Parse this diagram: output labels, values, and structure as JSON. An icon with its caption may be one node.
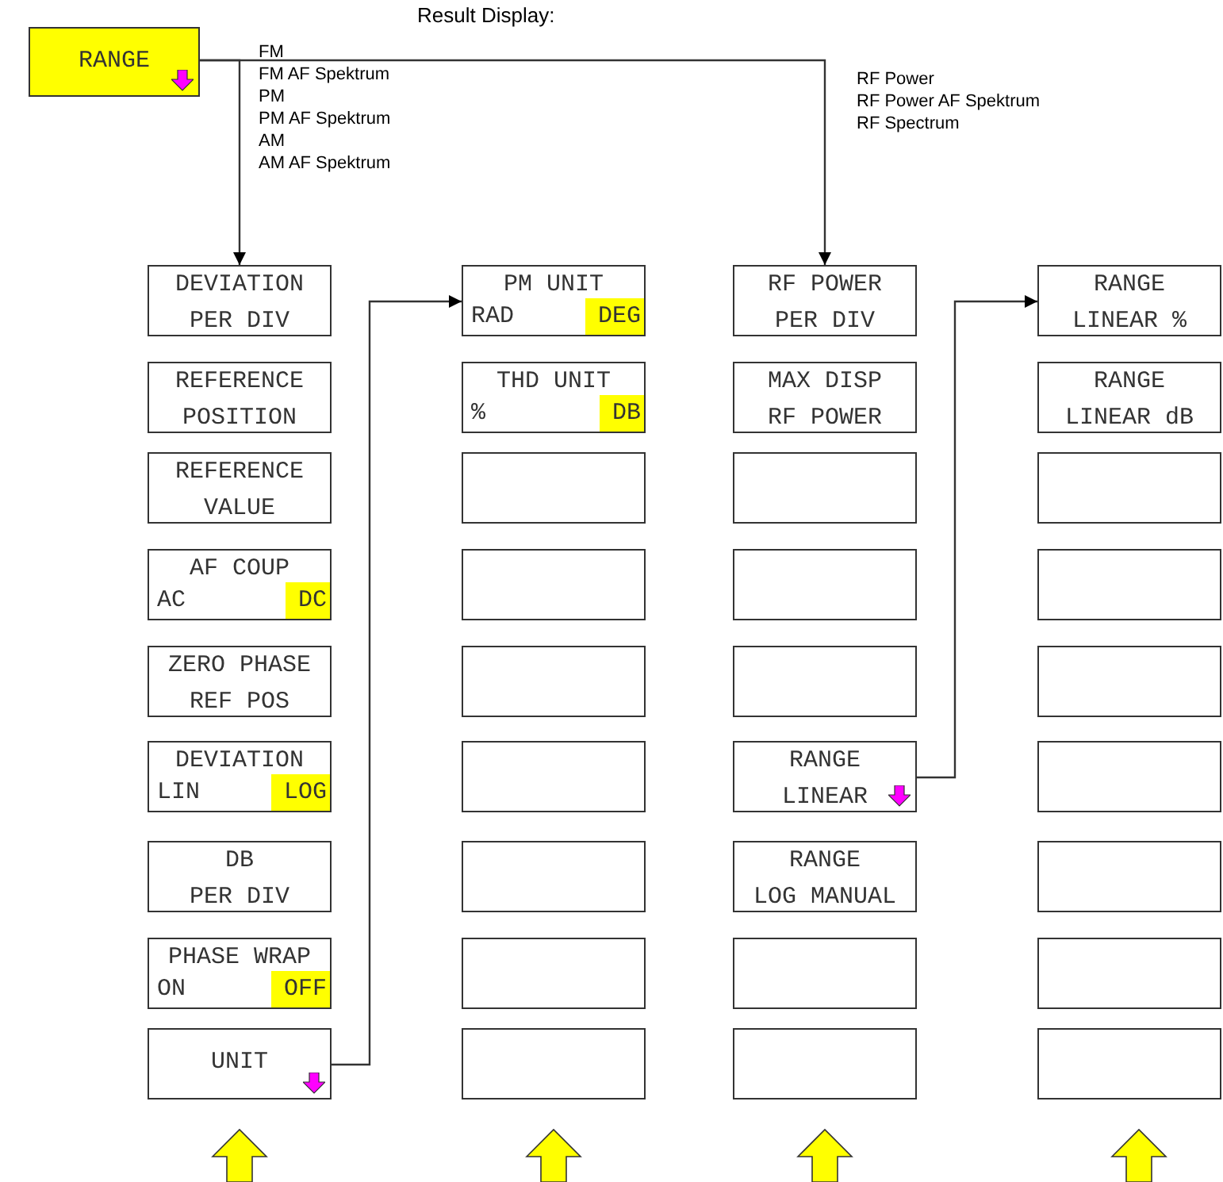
{
  "diagram": {
    "nodes": [
      {
        "text": [
          "RANGE"
        ]
      },
      {
        "text": [
          "DEVIATION PER DIV"
        ]
      },
      {
        "text": [
          "REFERENCE POSITION"
        ]
      },
      {
        "text": [
          "REFERENCE VALUE"
        ]
      },
      {
        "text": [
          "AF COUP",
          "AC",
          "DC"
        ]
      },
      {
        "text": [
          "ZERO PHASE REF POS"
        ]
      },
      {
        "text": [
          "DEVIATION",
          "LIN",
          "LOG"
        ]
      },
      {
        "text": [
          "DB PER DIV"
        ]
      },
      {
        "text": [
          "PHASE WRAP",
          "ON",
          "OFF"
        ]
      },
      {
        "text": [
          "UNIT"
        ]
      },
      {
        "text": [
          "PM UNIT",
          "RAD",
          "DEG"
        ]
      },
      {
        "text": [
          "THD UNIT",
          "%",
          "DB"
        ]
      },
      {
        "text": [],
        "shape": "box"
      },
      {
        "text": [],
        "shape": "box"
      },
      {
        "text": [],
        "shape": "box"
      },
      {
        "text": [],
        "shape": "box"
      },
      {
        "text": [],
        "shape": "box"
      },
      {
        "text": [],
        "shape": "box"
      },
      {
        "text": [],
        "shape": "box"
      },
      {
        "text": [
          "RF POWER PER DIV"
        ]
      },
      {
        "text": [
          "MAX DISP RF POWER"
        ]
      },
      {
        "text": [],
        "shape": "box"
      },
      {
        "text": [],
        "shape": "box"
      },
      {
        "text": [],
        "shape": "box"
      },
      {
        "text": [
          "RANGE LINEAR"
        ]
      },
      {
        "text": [
          "RANGE LOG MANUAL"
        ]
      },
      {
        "text": [],
        "shape": "box"
      },
      {
        "text": [],
        "shape": "box"
      },
      {
        "text": [
          "RANGE LINEAR %"
        ]
      },
      {
        "text": [
          "RANGE LINEAR dB"
        ]
      },
      {
        "text": [],
        "shape": "box"
      },
      {
        "text": [],
        "shape": "box"
      },
      {
        "text": [],
        "shape": "box"
      },
      {
        "text": [],
        "shape": "box"
      },
      {
        "text": [],
        "shape": "box"
      },
      {
        "text": [],
        "shape": "box"
      },
      {
        "text": [],
        "shape": "box"
      }
    ],
    "edges": [
      {
        "from": 0,
        "to": 1,
        "arrow": "to"
      },
      {
        "from": 0,
        "to": 19,
        "arrow": "to"
      },
      {
        "from": 9,
        "to": 10,
        "arrow": "to"
      },
      {
        "from": 24,
        "to": 28,
        "arrow": "to"
      }
    ],
    "labels": [
      "Result Display:",
      "FM",
      "FM AF Spektrum",
      "PM",
      "PM AF Spektrum",
      "AM",
      "AM AF Spektrum",
      "RF Power",
      "RF Power AF Spektrum",
      "RF Spectrum"
    ]
  }
}
